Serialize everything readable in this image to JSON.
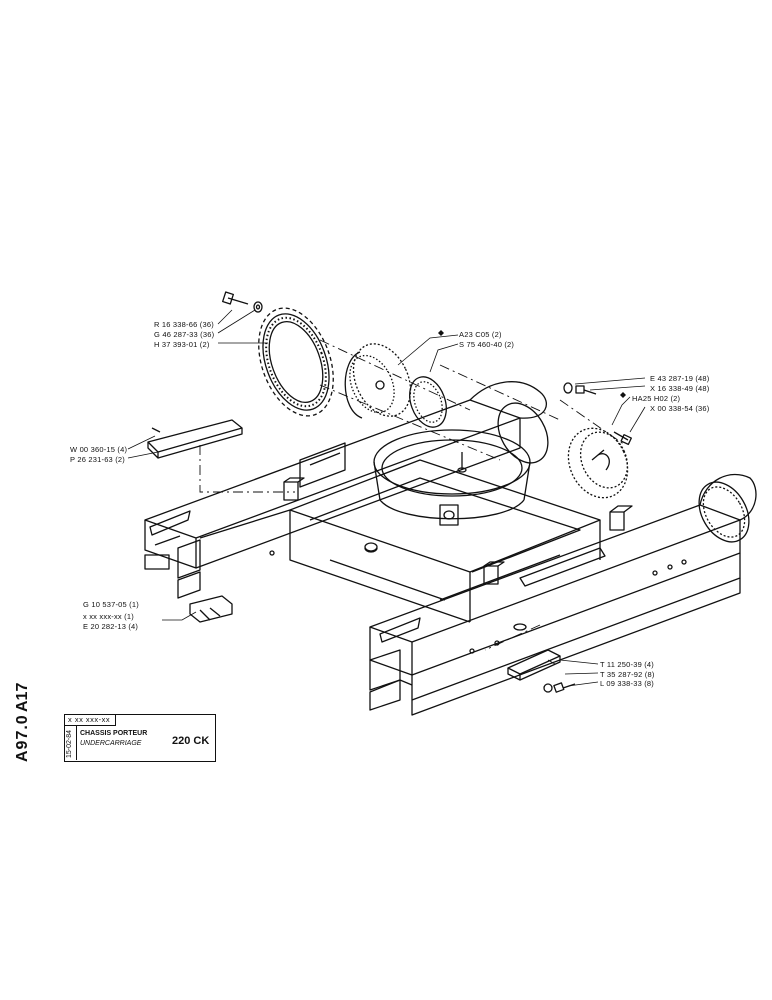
{
  "doc": {
    "ref_a": "A17",
    "ref_b": "A97.0",
    "date": "15-02-84",
    "code": "x xx xxx-xx",
    "title_fr": "CHASSIS PORTEUR",
    "title_en": "UNDERCARRIAGE",
    "model": "220 CK"
  },
  "labels": {
    "r16338_66": "R 16 338-66 (36)",
    "g46287_33": "G 46 287-33 (36)",
    "h37393_01": "H 37 393-01 (2)",
    "a23c05": "A23 C05 (2)",
    "s75460_40": "S 75 460-40 (2)",
    "e43287_19": "E 43 287-19 (48)",
    "x16338_49": "X 16 338-49 (48)",
    "ha25h02": "HA25 H02 (2)",
    "x00338_54": "X 00 338-54 (36)",
    "w00360_15": "W 00 360-15 (4)",
    "p26231_63": "P 26 231-63 (2)",
    "g10537_05": "G 10 537-05 (1)",
    "xxxxxxx": "x xx xxx-xx (1)",
    "e20282_13": "E 20 282-13 (4)",
    "t11250_39": "T 11 250-39 (4)",
    "t35287_92": "T 35 287-92 (8)",
    "l09338_33": "L 09 338-33 (8)"
  }
}
